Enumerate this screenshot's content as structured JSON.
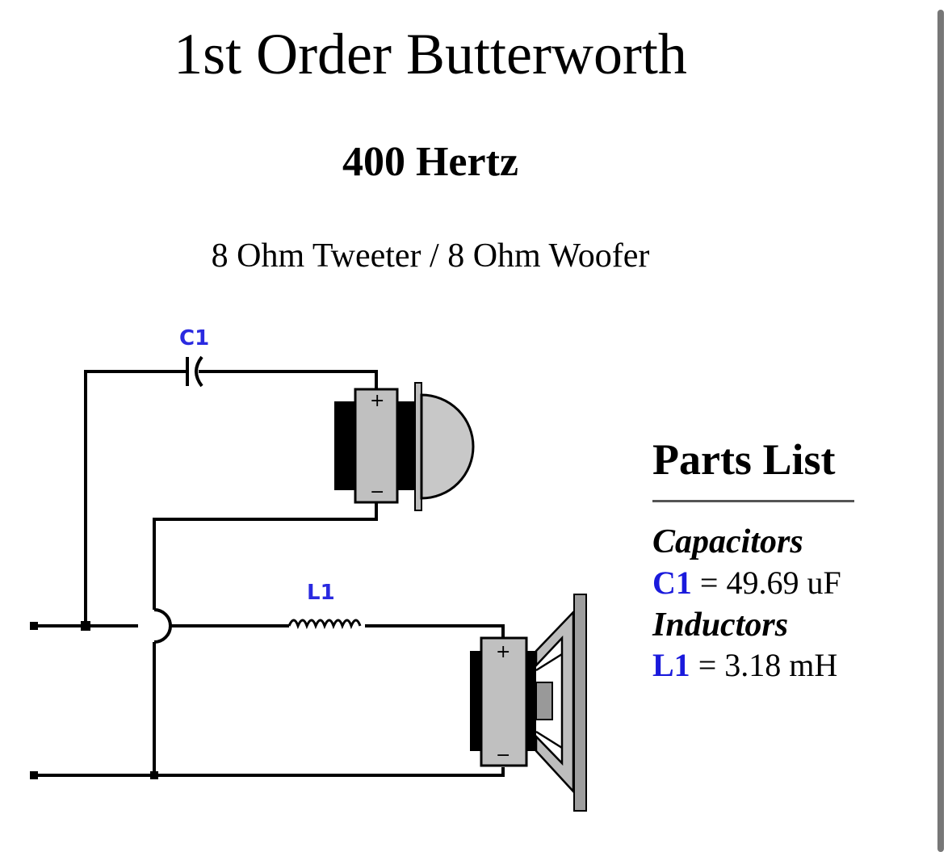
{
  "page": {
    "title": "1st Order Butterworth",
    "frequency": "400 Hertz",
    "impedance": "8 Ohm Tweeter / 8 Ohm Woofer"
  },
  "schematic": {
    "c1_label": "C1",
    "l1_label": "L1",
    "tweeter": {
      "plus": "+",
      "minus": "−"
    },
    "woofer": {
      "plus": "+",
      "minus": "−"
    }
  },
  "parts_list": {
    "heading": "Parts List",
    "capacitors_heading": "Capacitors",
    "capacitors": [
      {
        "ref": "C1",
        "value": " = 49.69 uF"
      }
    ],
    "inductors_heading": "Inductors",
    "inductors": [
      {
        "ref": "L1",
        "value": " = 3.18 mH"
      }
    ]
  },
  "colors": {
    "component_label": "#2a2ae0",
    "part_ref": "#1a1adc",
    "wire": "#000000",
    "driver_gray": "#bdbdbd"
  }
}
